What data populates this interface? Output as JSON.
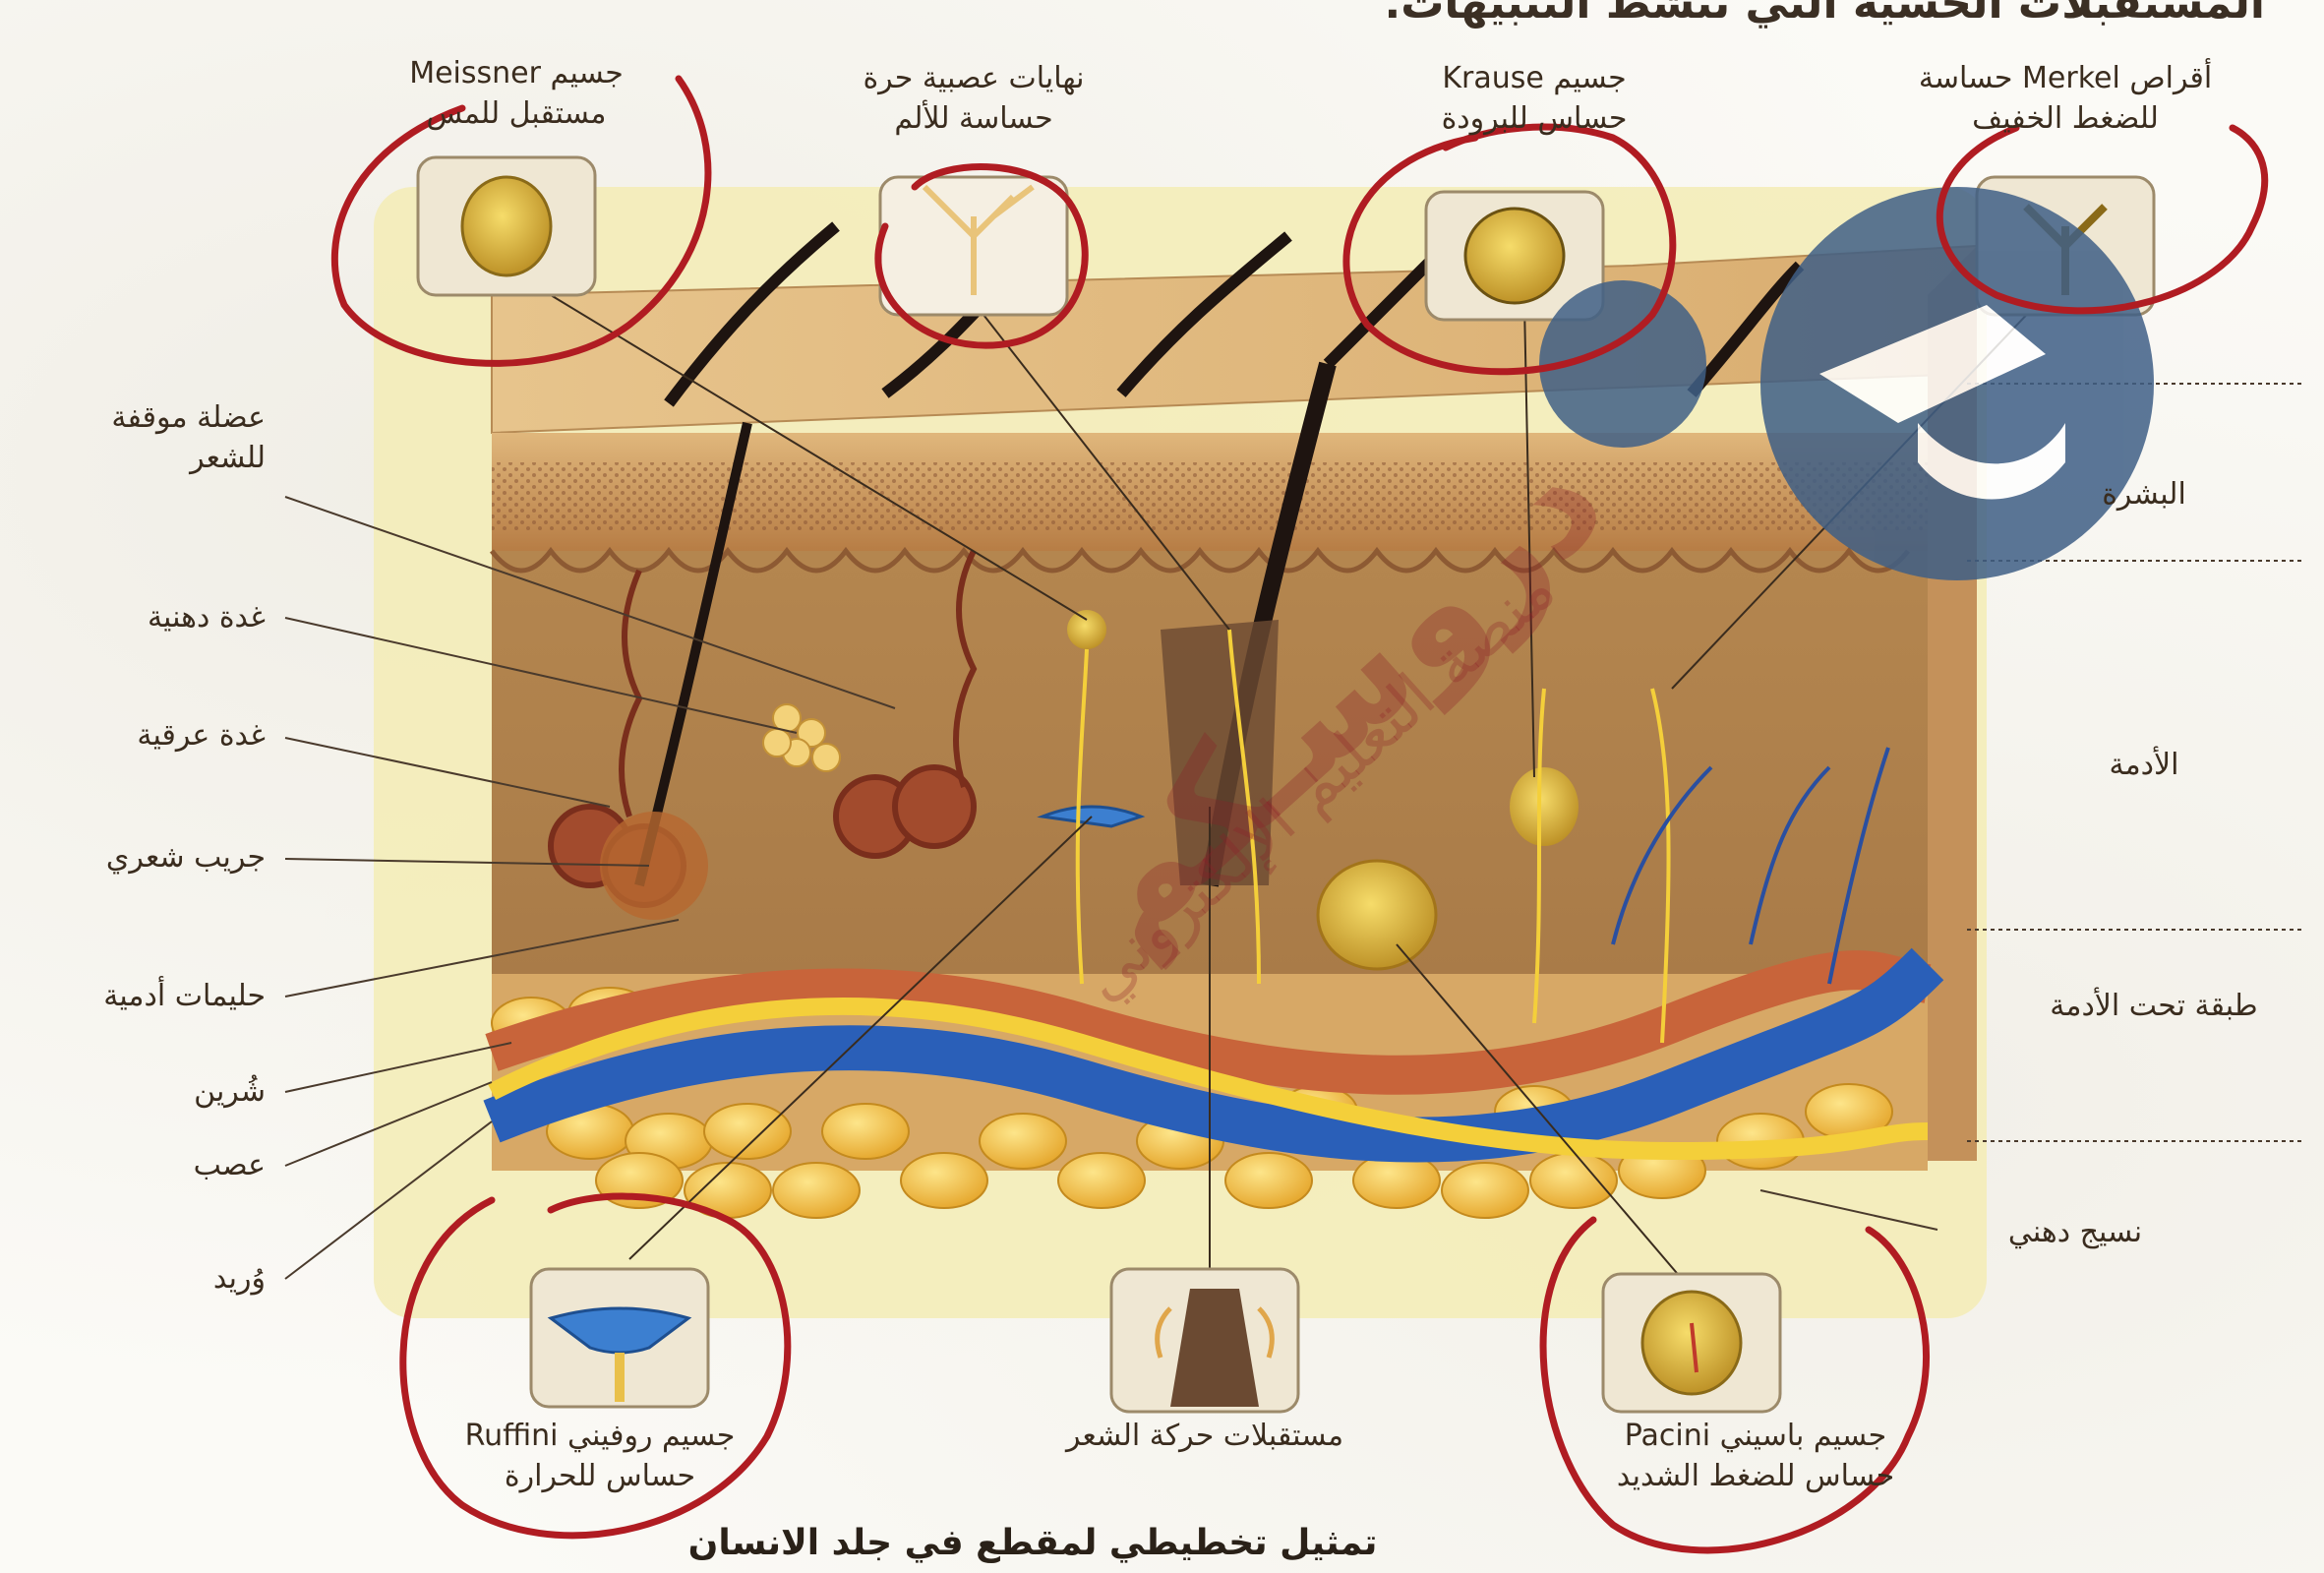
{
  "page": {
    "top_heading": "المستقبلات الحسية التي تنشط التنبيهات."
  },
  "receptors_top": [
    {
      "id": "meissner",
      "line1": "جسيم Meissner",
      "line2": "مستقبل للمس"
    },
    {
      "id": "free",
      "line1": "نهايات عصبية حرة",
      "line2": "حساسة للألم"
    },
    {
      "id": "krause",
      "line1": "جسيم Krause",
      "line2": "حساس للبرودة"
    },
    {
      "id": "merkel",
      "line1": "أقراص Merkel حساسة",
      "line2": "للضغط الخفيف"
    }
  ],
  "receptors_bottom": [
    {
      "id": "ruffini",
      "line1": "جسيم روفيني Ruffini",
      "line2": "حساس للحرارة"
    },
    {
      "id": "hair",
      "line1": "مستقبلات حركة الشعر",
      "line2": ""
    },
    {
      "id": "pacini",
      "line1": "جسيم باسيني Pacini",
      "line2": "حساس للضغط الشديد"
    }
  ],
  "left_labels": [
    {
      "line1": "عضلة موقفة",
      "line2": "للشعر"
    },
    {
      "line1": "غدة دهنية",
      "line2": ""
    },
    {
      "line1": "غدة عرقية",
      "line2": ""
    },
    {
      "line1": "جريب شعري",
      "line2": ""
    },
    {
      "line1": "حليمات أدمية",
      "line2": ""
    },
    {
      "line1": "شُرين",
      "line2": ""
    },
    {
      "line1": "عصب",
      "line2": ""
    },
    {
      "line1": "وُريد",
      "line2": ""
    }
  ],
  "right_labels": [
    {
      "text": "البشرة"
    },
    {
      "text": "الأدمة"
    },
    {
      "text": "طبقة تحت الأدمة"
    },
    {
      "text": "نسيج دهني"
    }
  ],
  "caption": "تمثيل تخطيطي لمقطع في جلد الانسان",
  "watermark": {
    "brand": "دروسـكم",
    "tagline": "منصة التعليم الإلكتروني"
  },
  "colors": {
    "epidermis": "#c99a5e",
    "dermis": "#b98a55",
    "fat": "#f2c24a",
    "vein": "#2a5fb8",
    "artery": "#c8643a",
    "nerve": "#f4cf3a",
    "marker_circle": "#b01c22",
    "watermark_blue": "#3f5f86"
  }
}
